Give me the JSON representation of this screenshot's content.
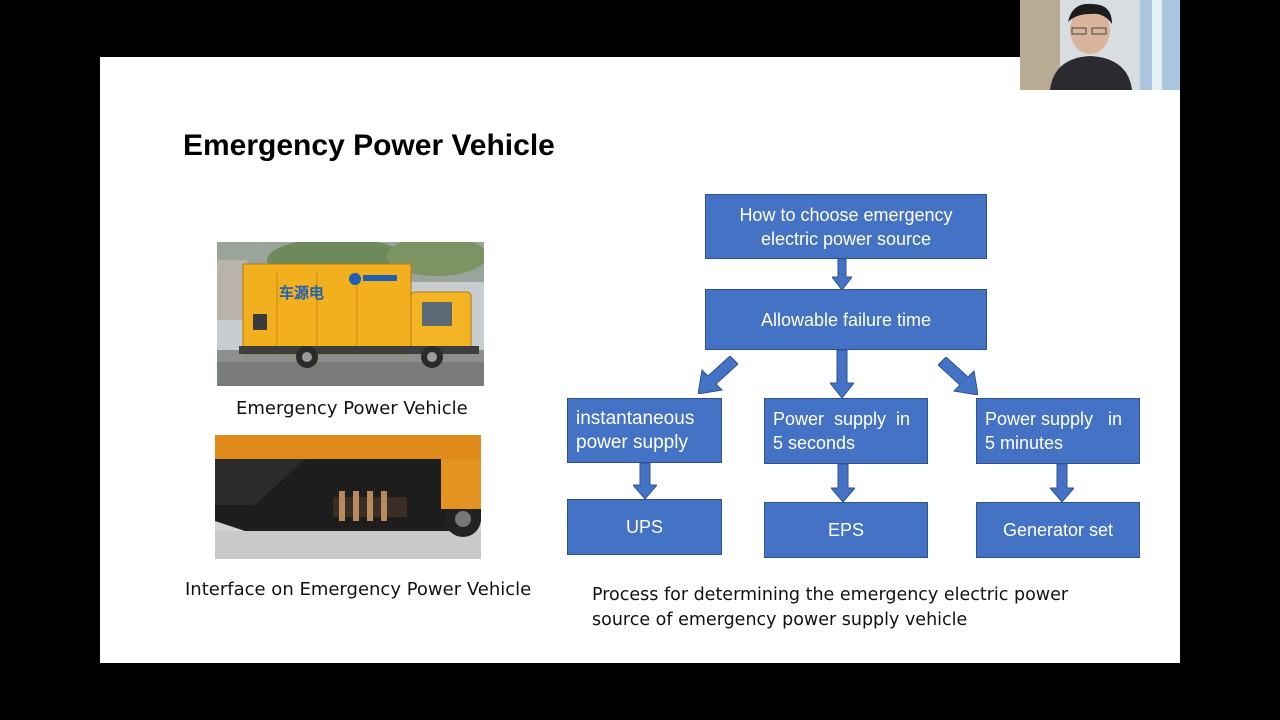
{
  "slide": {
    "title": "Emergency Power Vehicle",
    "caption_vehicle": "Emergency Power Vehicle",
    "caption_interface": "Interface on Emergency Power Vehicle",
    "process_caption": "Process for determining the emergency electric power source of emergency power supply vehicle",
    "truck_logo_text": "车源电"
  },
  "flowchart": {
    "root": "How to choose emergency electric power source",
    "failure_time": "Allowable failure time",
    "branches": [
      {
        "condition": "instantaneous power supply",
        "source": "UPS"
      },
      {
        "condition": "Power  supply  in 5 seconds",
        "source": "EPS"
      },
      {
        "condition": "Power supply   in 5 minutes",
        "source": "Generator set"
      }
    ]
  },
  "colors": {
    "box_fill": "#4472c4",
    "truck_yellow": "#f2b01e",
    "background": "#000000"
  }
}
